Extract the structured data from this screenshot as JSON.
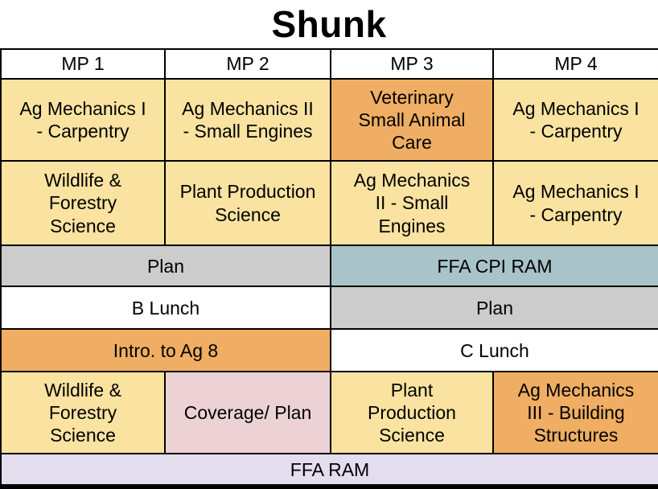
{
  "title": "Shunk",
  "palette": {
    "yellow": "#fae3a0",
    "orange": "#efae63",
    "gray": "#cccccc",
    "teal": "#a9c4c8",
    "pink": "#ecd2d4",
    "lavender": "#e3ddee",
    "white": "#ffffff",
    "border": "#000000",
    "text": "#000000"
  },
  "schedule": {
    "columns": [
      {
        "label": "MP 1"
      },
      {
        "label": "MP 2"
      },
      {
        "label": "MP 3"
      },
      {
        "label": "MP 4"
      }
    ],
    "rows": [
      {
        "cells": [
          {
            "text": "Ag Mechanics I\n- Carpentry",
            "color": "yellow",
            "colspan": 1
          },
          {
            "text": "Ag Mechanics II\n- Small Engines",
            "color": "yellow",
            "colspan": 1
          },
          {
            "text": "Veterinary\nSmall Animal\nCare",
            "color": "orange",
            "colspan": 1
          },
          {
            "text": "Ag Mechanics I\n- Carpentry",
            "color": "yellow",
            "colspan": 1
          }
        ]
      },
      {
        "cells": [
          {
            "text": "Wildlife &\nForestry\nScience",
            "color": "yellow",
            "colspan": 1
          },
          {
            "text": "Plant Production\nScience",
            "color": "yellow",
            "colspan": 1
          },
          {
            "text": "Ag Mechanics\nII - Small\nEngines",
            "color": "yellow",
            "colspan": 1
          },
          {
            "text": "Ag Mechanics I\n- Carpentry",
            "color": "yellow",
            "colspan": 1
          }
        ]
      },
      {
        "cells": [
          {
            "text": "Plan",
            "color": "gray",
            "colspan": 2
          },
          {
            "text": "FFA CPI RAM",
            "color": "teal",
            "colspan": 2
          }
        ]
      },
      {
        "cells": [
          {
            "text": "B Lunch",
            "color": "white",
            "colspan": 2
          },
          {
            "text": "Plan",
            "color": "gray",
            "colspan": 2
          }
        ]
      },
      {
        "cells": [
          {
            "text": "Intro. to Ag 8",
            "color": "orange",
            "colspan": 2
          },
          {
            "text": "C Lunch",
            "color": "white",
            "colspan": 2
          }
        ]
      },
      {
        "cells": [
          {
            "text": "Wildlife &\nForestry\nScience",
            "color": "yellow",
            "colspan": 1
          },
          {
            "text": "Coverage/ Plan",
            "color": "pink",
            "colspan": 1
          },
          {
            "text": "Plant\nProduction\nScience",
            "color": "yellow",
            "colspan": 1
          },
          {
            "text": "Ag Mechanics\nIII - Building\nStructures",
            "color": "orange",
            "colspan": 1
          }
        ]
      },
      {
        "cells": [
          {
            "text": "FFA RAM",
            "color": "lavender",
            "colspan": 4
          }
        ]
      }
    ]
  }
}
